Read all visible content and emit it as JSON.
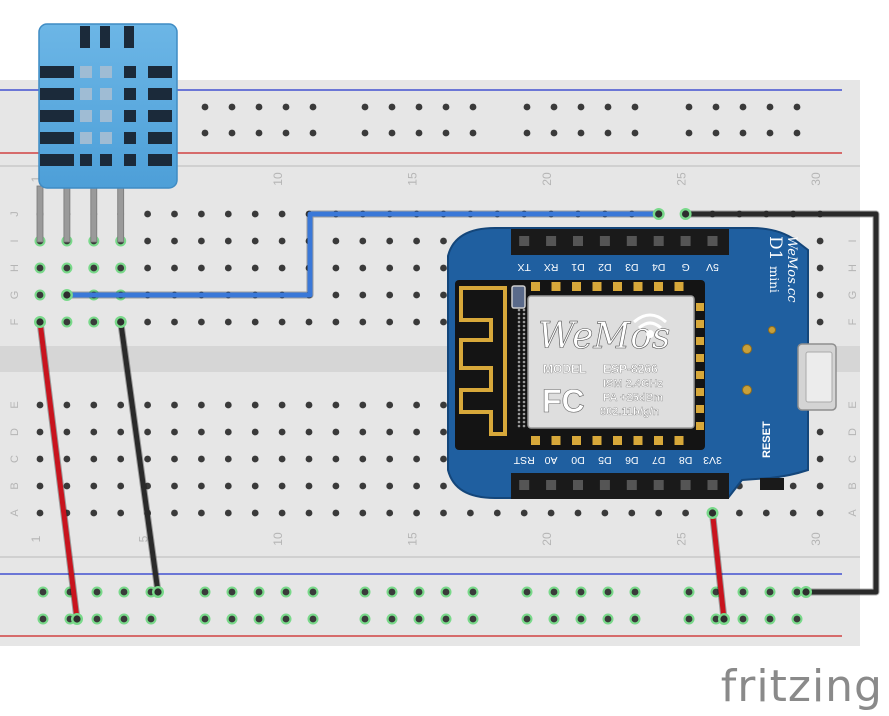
{
  "breadboard": {
    "row_letters_top": [
      "J",
      "I",
      "H",
      "G",
      "F"
    ],
    "row_letters_bottom": [
      "E",
      "D",
      "C",
      "B",
      "A"
    ],
    "column_labels": [
      "1",
      "5",
      "10",
      "15",
      "20",
      "25",
      "30"
    ],
    "columns": 30
  },
  "dht_sensor": {
    "pins": 4
  },
  "wemos": {
    "board_name": "D1",
    "board_suffix": "mini",
    "maker_url": "WeMos.cc",
    "logo_text": "WeMos",
    "model_label": "MODEL",
    "model_value": "ESP-8266",
    "ism": "ISM 2.4GHz",
    "pa": "PA +25dBm",
    "wifi": "802.11b/g/n",
    "fc_mark": "FC",
    "reset_label": "RESET",
    "top_pins": [
      "TX",
      "RX",
      "D1",
      "D2",
      "D3",
      "D4",
      "G",
      "5V"
    ],
    "bottom_pins": [
      "RST",
      "A0",
      "D0",
      "D5",
      "D6",
      "D7",
      "D8",
      "3V3"
    ]
  },
  "wire_colors": {
    "data": "#3a78d8",
    "power": "#c8141e",
    "ground": "#2a2a2a"
  },
  "watermark": "fritzing"
}
